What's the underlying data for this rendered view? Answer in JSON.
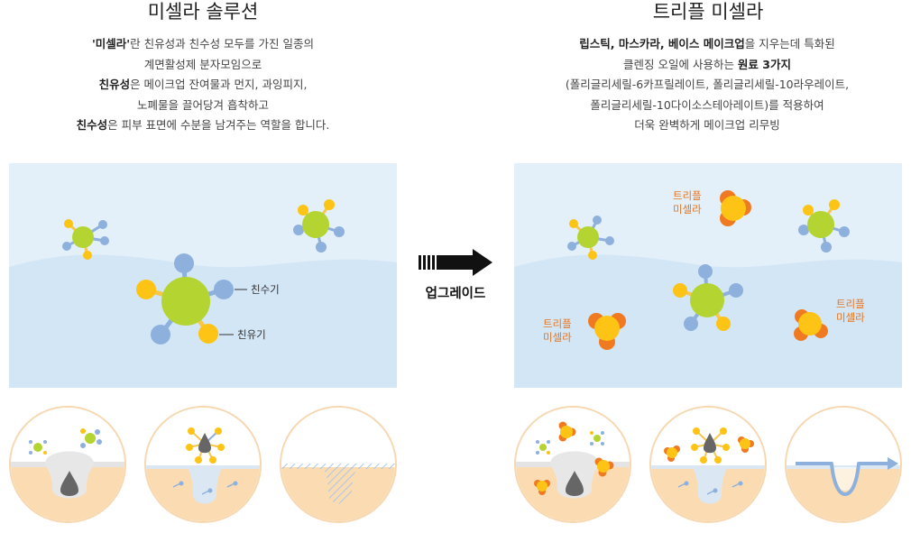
{
  "left": {
    "title": "미셀라 솔루션",
    "desc_lines": [
      [
        {
          "t": "'미셀라'",
          "b": true
        },
        {
          "t": "란 친유성과 친수성 모두를 가진 일종의",
          "b": false
        }
      ],
      [
        {
          "t": "계면활성제 분자모임으로",
          "b": false
        }
      ],
      [
        {
          "t": "친유성",
          "b": true
        },
        {
          "t": "은 메이크업 잔여물과 먼지, 과잉피지,",
          "b": false
        }
      ],
      [
        {
          "t": "노폐물을 끌어당겨 흡착하고",
          "b": false
        }
      ],
      [
        {
          "t": "친수성",
          "b": true
        },
        {
          "t": "은 피부 표면에 수분을 남겨주는 역할을 합니다.",
          "b": false
        }
      ]
    ],
    "label_hydrophilic": "친수기",
    "label_lipophilic": "친유기"
  },
  "right": {
    "title": "트리플 미셀라",
    "desc_lines": [
      [
        {
          "t": "립스틱, 마스카라, 베이스 메이크업",
          "b": true
        },
        {
          "t": "을 지우는데 특화된",
          "b": false
        }
      ],
      [
        {
          "t": "클렌징 오일에 사용하는 ",
          "b": false
        },
        {
          "t": "원료 3가지",
          "b": true
        }
      ],
      [
        {
          "t": "(폴리글리세릴-6카프릴레이트, 폴리글리세릴-10라우레이트,",
          "b": false
        }
      ],
      [
        {
          "t": "폴리글리세릴-10다이소스테아레이트)를 적용하여",
          "b": false
        }
      ],
      [
        {
          "t": "더욱 완벽하게 메이크업 리무빙",
          "b": false
        }
      ]
    ],
    "triple_label_line1": "트리플",
    "triple_label_line2": "미셀라"
  },
  "center": {
    "upgrade_label": "업그레이드",
    "arrow_icon": "right-arrow-icon"
  },
  "colors": {
    "panel_bg": "#e3eff9",
    "wave": "#d3e6f6",
    "green": "#b4d432",
    "blue": "#8db0dc",
    "yellow": "#fdc315",
    "orange": "#f07a22",
    "skin": "#fbdcb2",
    "circle_border": "#f7d7b0",
    "accent_text": "#e7751f"
  }
}
